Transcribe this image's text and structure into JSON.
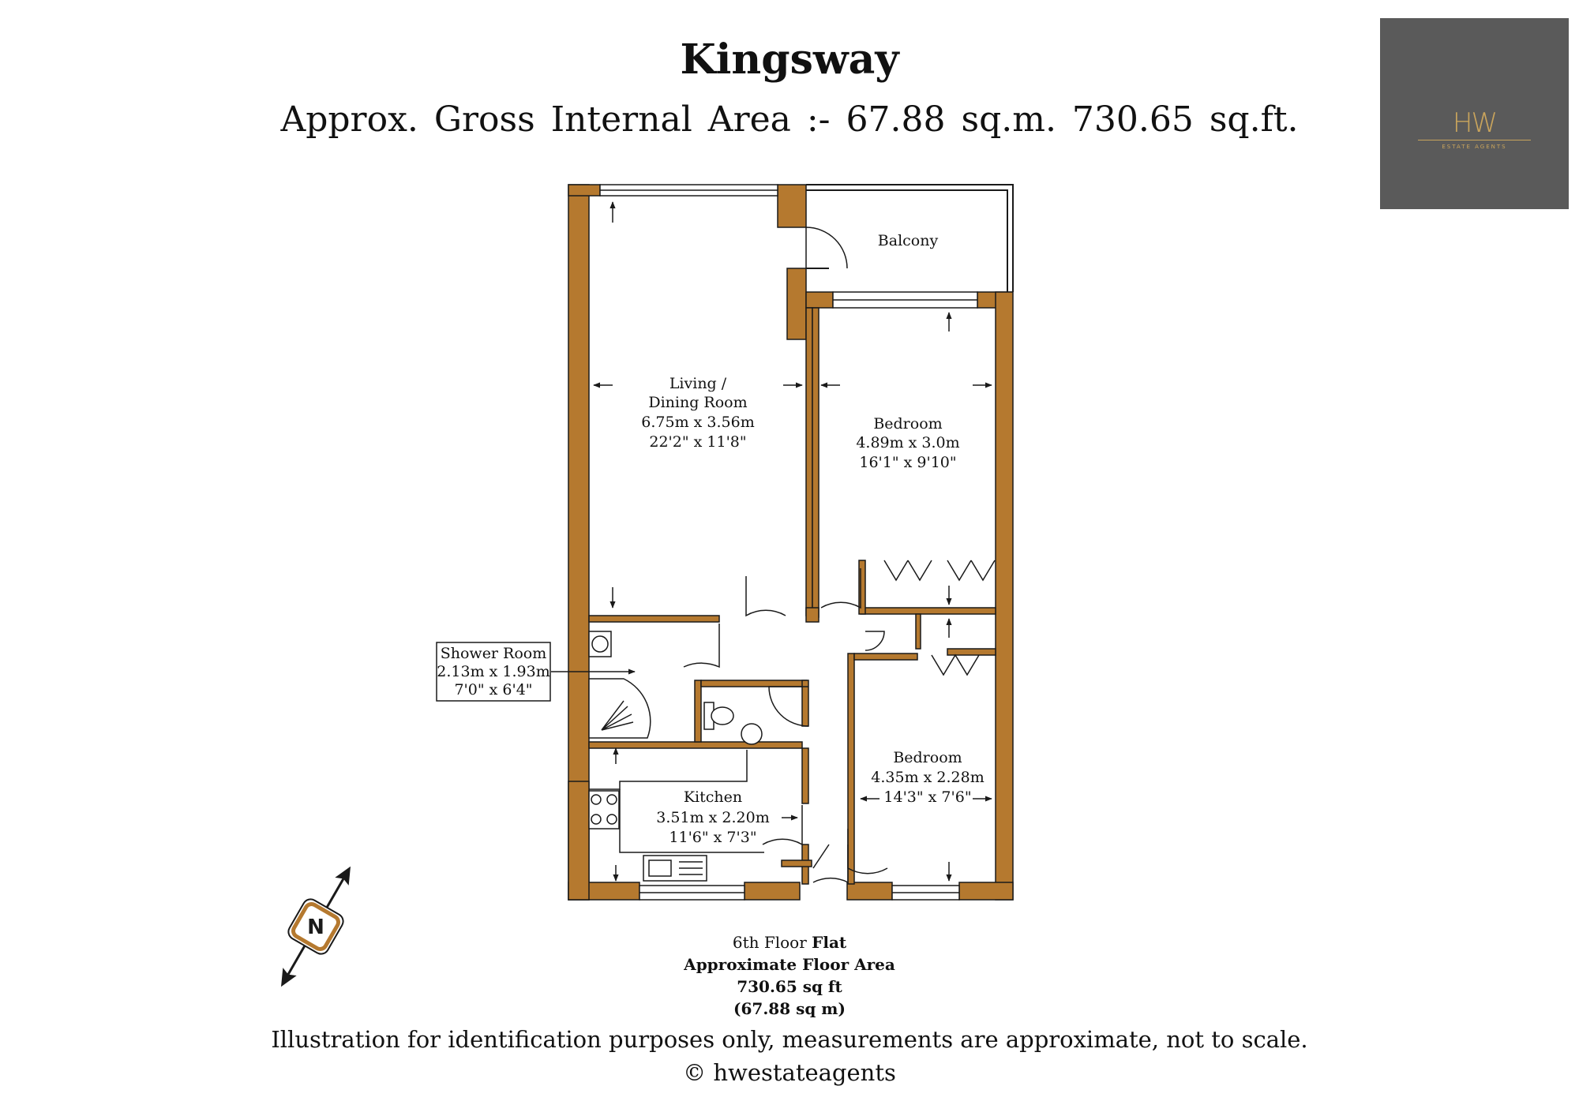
{
  "header": {
    "title": "Kingsway",
    "subtitle": "Approx. Gross Internal Area :- 67.88 sq.m. 730.65 sq.ft."
  },
  "logo": {
    "mark": "HW",
    "sub": "ESTATE AGENTS"
  },
  "rooms": {
    "balcony": {
      "name": "Balcony"
    },
    "living": {
      "name_1": "Living /",
      "name_2": "Dining Room",
      "metric": "6.75m x 3.56m",
      "imperial": "22'2\" x 11'8\""
    },
    "bedroom1": {
      "name": "Bedroom",
      "metric": "4.89m x 3.0m",
      "imperial": "16'1\" x 9'10\""
    },
    "bedroom2": {
      "name": "Bedroom",
      "metric": "4.35m x 2.28m",
      "imperial": "14'3\" x 7'6\""
    },
    "kitchen": {
      "name": "Kitchen",
      "metric": "3.51m x 2.20m",
      "imperial": "11'6\" x 7'3\""
    },
    "shower": {
      "name": "Shower Room",
      "metric": "2.13m x 1.93m",
      "imperial": "7'0\" x 6'4\""
    }
  },
  "compass": {
    "label": "N"
  },
  "floor_info": {
    "floor_prefix": "6th Floor",
    "floor_type": "Flat",
    "area_label": "Approximate Floor Area",
    "area_sqft": "730.65 sq ft",
    "area_sqm": "(67.88 sq m)"
  },
  "footer": {
    "disclaimer": "Illustration for identification purposes only, measurements are approximate, not to scale.",
    "copyright": "© hwestateagents"
  },
  "colors": {
    "wall": "#b5792f",
    "line": "#1a1a1a",
    "logo_bg": "#5a5a5a",
    "logo_accent": "#c9a45c"
  }
}
